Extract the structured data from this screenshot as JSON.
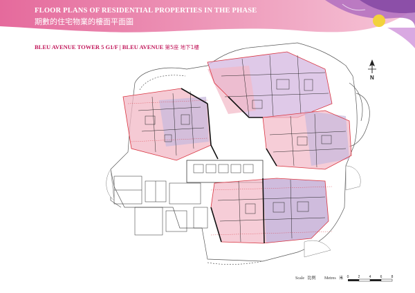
{
  "header": {
    "title_en": "FLOOR PLANS OF RESIDENTIAL PROPERTIES IN THE PHASE",
    "title_zh": "期數的住宅物業的樓面平面圖"
  },
  "subtitle": {
    "en": "BLEU AVENUE TOWER 5  G1/F   |  BLEU AVENUE",
    "zh": "第5座  地下1樓"
  },
  "north": {
    "label": "N"
  },
  "scale": {
    "label_en": "Scale",
    "label_zh": "比例",
    "units_en": "Metres",
    "units_zh": "米",
    "ticks": [
      "0",
      "2",
      "4",
      "6",
      "8"
    ]
  },
  "colors": {
    "header_pink": "#e27aa3",
    "header_purple": "#b06fc0",
    "unit_fill": "#d9c0e4",
    "unit_pink": "#f2b8c6",
    "plan_red": "#d9333f"
  }
}
